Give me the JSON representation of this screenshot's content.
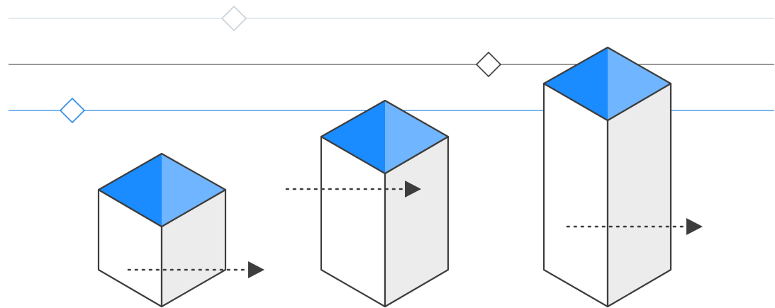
{
  "colors": {
    "background": "#ffffff",
    "outline": "#3d3d3d",
    "top_left_face": "#1a8cff",
    "top_right_face": "#70b5ff",
    "front_left_face": "#ffffff",
    "front_right_face": "#ececec",
    "arrow": "#3d3d3d",
    "line_light": "#d4dde4",
    "line_dark": "#5a5a5a",
    "line_blue": "#2b8ce6",
    "diamond_light_stroke": "#c7d3dc",
    "diamond_dark_stroke": "#3d3d3d",
    "diamond_blue_stroke": "#2b8ce6"
  },
  "icons": {
    "prism": "isometric-column-icon",
    "arrow": "dotted-arrow-icon",
    "marker": "diamond-marker-icon"
  },
  "levels": [
    {
      "name": "light",
      "marker_position": 0.29
    },
    {
      "name": "dark",
      "marker_position": 0.62
    },
    {
      "name": "blue",
      "marker_position": 0.08
    }
  ],
  "columns": [
    {
      "name": "short",
      "relative_height": 1
    },
    {
      "name": "medium",
      "relative_height": 2
    },
    {
      "name": "tall",
      "relative_height": 3
    }
  ]
}
